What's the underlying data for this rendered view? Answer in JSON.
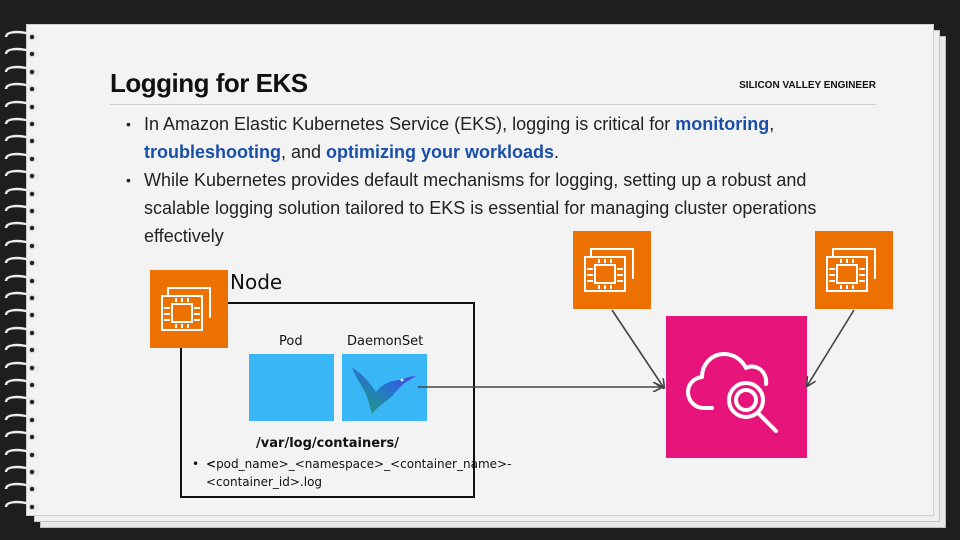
{
  "slide": {
    "title": "Logging for EKS",
    "brand": "SILICON VALLEY ENGINEER",
    "bullet1": {
      "before": "In Amazon Elastic Kubernetes Service (EKS), logging is critical for ",
      "hl1": "monitoring",
      "sep1": ", ",
      "hl2": "troubleshooting",
      "sep2": ", and ",
      "hl3": "optimizing your workloads",
      "after": "."
    },
    "bullet2": "While Kubernetes provides default mechanisms for logging, setting up a robust and scalable logging solution tailored to EKS is essential for managing cluster operations effectively"
  },
  "diagram": {
    "node_label": "Node",
    "pod_label": "Pod",
    "daemonset_label": "DaemonSet",
    "log_path_title": "/var/log/containers/",
    "log_file_pattern_bold": "<",
    "log_file_pattern": "pod_name>_<namespace>_<container_name>-<container_id>.log",
    "icons": {
      "node_icon": "ec2-instance-icon",
      "instance_left": "ec2-instance-icon",
      "instance_right": "ec2-instance-icon",
      "logging_service": "cloud-magnifier-icon",
      "daemonset_logo": "hummingbird-icon"
    },
    "colors": {
      "aws_orange": "#ed7100",
      "aws_pink": "#e7157b",
      "container_blue": "#38b6f6",
      "highlight_blue": "#1a4fa8"
    }
  }
}
